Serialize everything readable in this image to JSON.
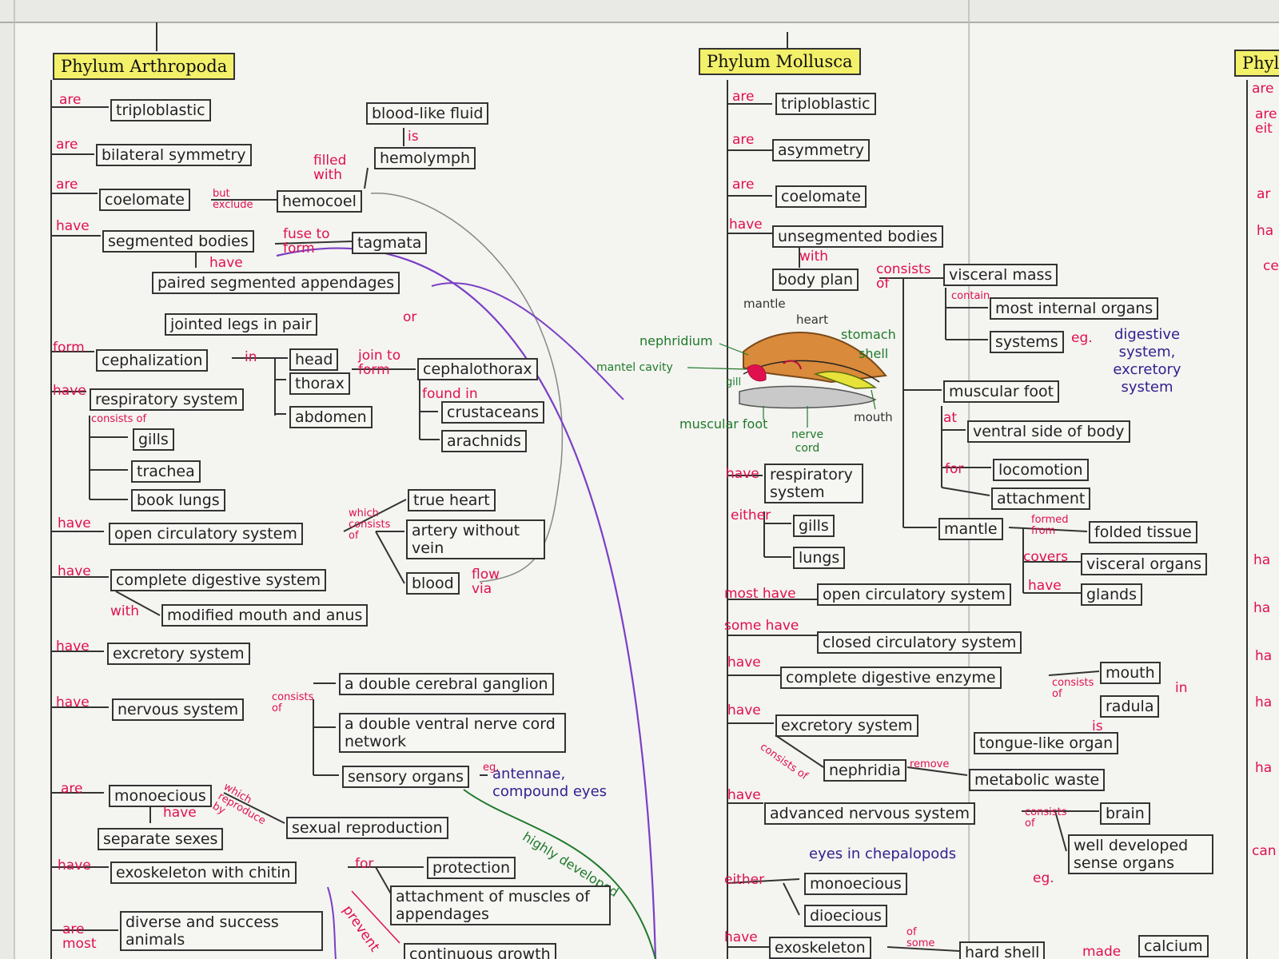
{
  "arthropoda": {
    "title": "Phylum Arthropoda",
    "triploblastic": {
      "rel": "are",
      "box": "triploblastic"
    },
    "bilateral": {
      "rel": "are",
      "box": "bilateral symmetry"
    },
    "coelomate": {
      "rel": "are",
      "box": "coelomate",
      "but_rel": "but exclude",
      "hemocoel": "hemocoel",
      "filled_rel": "filled with",
      "hemolymph": "hemolymph",
      "is_rel": "is",
      "blood_like": "blood-like fluid"
    },
    "segmented": {
      "rel": "have",
      "box": "segmented bodies",
      "fuse_rel": "fuse to form",
      "tagmata": "tagmata",
      "have_rel": "have",
      "appendages": "paired segmented appendages",
      "jointed": "jointed legs in pair",
      "or_rel": "or"
    },
    "cephalization": {
      "rel": "form",
      "box": "cephalization",
      "in_rel": "in",
      "head": "head",
      "thorax": "thorax",
      "abdomen": "abdomen",
      "join_rel": "join to form",
      "cephalothorax": "cephalothorax",
      "found_rel": "found in",
      "crustaceans": "crustaceans",
      "arachnids": "arachnids"
    },
    "respiratory": {
      "rel": "have",
      "box": "respiratory system",
      "consists_rel": "consists of",
      "gills": "gills",
      "trachea": "trachea",
      "book_lungs": "book lungs"
    },
    "circulatory": {
      "rel": "have",
      "box": "open circulatory system",
      "which_rel": "which consists of",
      "true_heart": "true heart",
      "artery": "artery without vein",
      "blood": "blood",
      "flow_rel": "flow via"
    },
    "digestive": {
      "rel": "have",
      "box": "complete digestive system",
      "with_rel": "with",
      "mouth_anus": "modified mouth and anus"
    },
    "excretory": {
      "rel": "have",
      "box": "excretory system"
    },
    "nervous": {
      "rel": "have",
      "box": "nervous system",
      "consists_rel": "consists of",
      "ganglion": "a double cerebral ganglion",
      "nerve_cord": "a double ventral nerve cord network",
      "sensory": "sensory organs",
      "eg_rel": "eg.",
      "antennae": "antennae, compound eyes",
      "highly": "highly developed"
    },
    "monoecious": {
      "rel": "are",
      "box": "monoecious",
      "have_rel": "have",
      "sexes": "separate sexes",
      "which_rel": "which reproduce by",
      "sexual": "sexual reproduction"
    },
    "exoskeleton": {
      "rel": "have",
      "box": "exoskeleton with chitin",
      "for_rel": "for",
      "protection": "protection",
      "attachment": "attachment of muscles of appendages",
      "prevent_rel": "prevent",
      "continuous": "continuous growth"
    },
    "diverse": {
      "rel": "are most",
      "box": "diverse and success animals"
    }
  },
  "mollusca": {
    "title": "Phylum Mollusca",
    "triploblastic": {
      "rel": "are",
      "box": "triploblastic"
    },
    "asymmetry": {
      "rel": "are",
      "box": "asymmetry"
    },
    "coelomate": {
      "rel": "are",
      "box": "coelomate"
    },
    "unsegmented": {
      "rel": "have",
      "box": "unsegmented bodies",
      "with_rel": "with",
      "body_plan": "body plan"
    },
    "body_plan": {
      "consists_rel": "consists of",
      "visceral_mass": "visceral mass",
      "contain_rel": "contain",
      "organs": "most internal organs",
      "systems": "systems",
      "eg_rel": "eg.",
      "systems_note": "digestive system, excretory system",
      "muscular_foot": "muscular foot",
      "at_rel": "at",
      "ventral": "ventral side of body",
      "for_rel": "for",
      "locomotion": "locomotion",
      "attachment": "attachment",
      "mantle": "mantle",
      "formed_rel": "formed from",
      "folded": "folded tissue",
      "covers_rel": "covers",
      "visceral_organs": "visceral organs",
      "have_rel": "have",
      "glands": "glands"
    },
    "diagram": {
      "mantle": "mantle",
      "heart": "heart",
      "stomach": "stomach",
      "shell": "shell",
      "nephridium": "nephridium",
      "mantle_cavity": "mantel cavity",
      "gill": "gill",
      "muscular_foot": "muscular foot",
      "nerve_cord": "nerve cord",
      "mouth": "mouth"
    },
    "respiratory": {
      "rel": "have",
      "box": "respiratory system",
      "either_rel": "either",
      "gills": "gills",
      "lungs": "lungs"
    },
    "open_circ": {
      "rel": "most have",
      "box": "open circulatory system"
    },
    "closed_circ": {
      "rel": "some have",
      "box": "closed circulatory system"
    },
    "digestive": {
      "rel": "have",
      "box": "complete digestive enzyme",
      "consists_rel": "consists of",
      "mouth": "mouth",
      "in_rel": "in",
      "radula": "radula",
      "is_rel": "is",
      "tongue": "tongue-like organ"
    },
    "excretory": {
      "rel": "have",
      "box": "excretory system",
      "consists_rel": "consists of",
      "nephridia": "nephridia",
      "remove_rel": "remove",
      "waste": "metabolic waste"
    },
    "nervous": {
      "rel": "have",
      "box": "advanced nervous system",
      "consists_rel": "consists of",
      "brain": "brain",
      "sense": "well developed sense organs",
      "eg_rel": "eg.",
      "eyes": "eyes in chepalopods"
    },
    "reproduction": {
      "rel": "either",
      "monoecious": "monoecious",
      "dioecious": "dioecious"
    },
    "exoskeleton": {
      "rel": "have",
      "box": "exoskeleton",
      "some_rel": "of some",
      "hard_shell": "hard shell",
      "made_rel": "made",
      "calcium": "calcium"
    }
  },
  "third_column": {
    "title": "Phylu",
    "labels": [
      "are",
      "are",
      "eit",
      "ar",
      "ha",
      "ce",
      "ha",
      "ha",
      "ha",
      "ha",
      "ha",
      "can"
    ]
  },
  "colors": {
    "relation": "#e0104e",
    "note": "#34208f",
    "highlight": "#f3f06a",
    "anatomy_label": "#1f7a2a",
    "purple_arrow": "#7b3fc4"
  }
}
